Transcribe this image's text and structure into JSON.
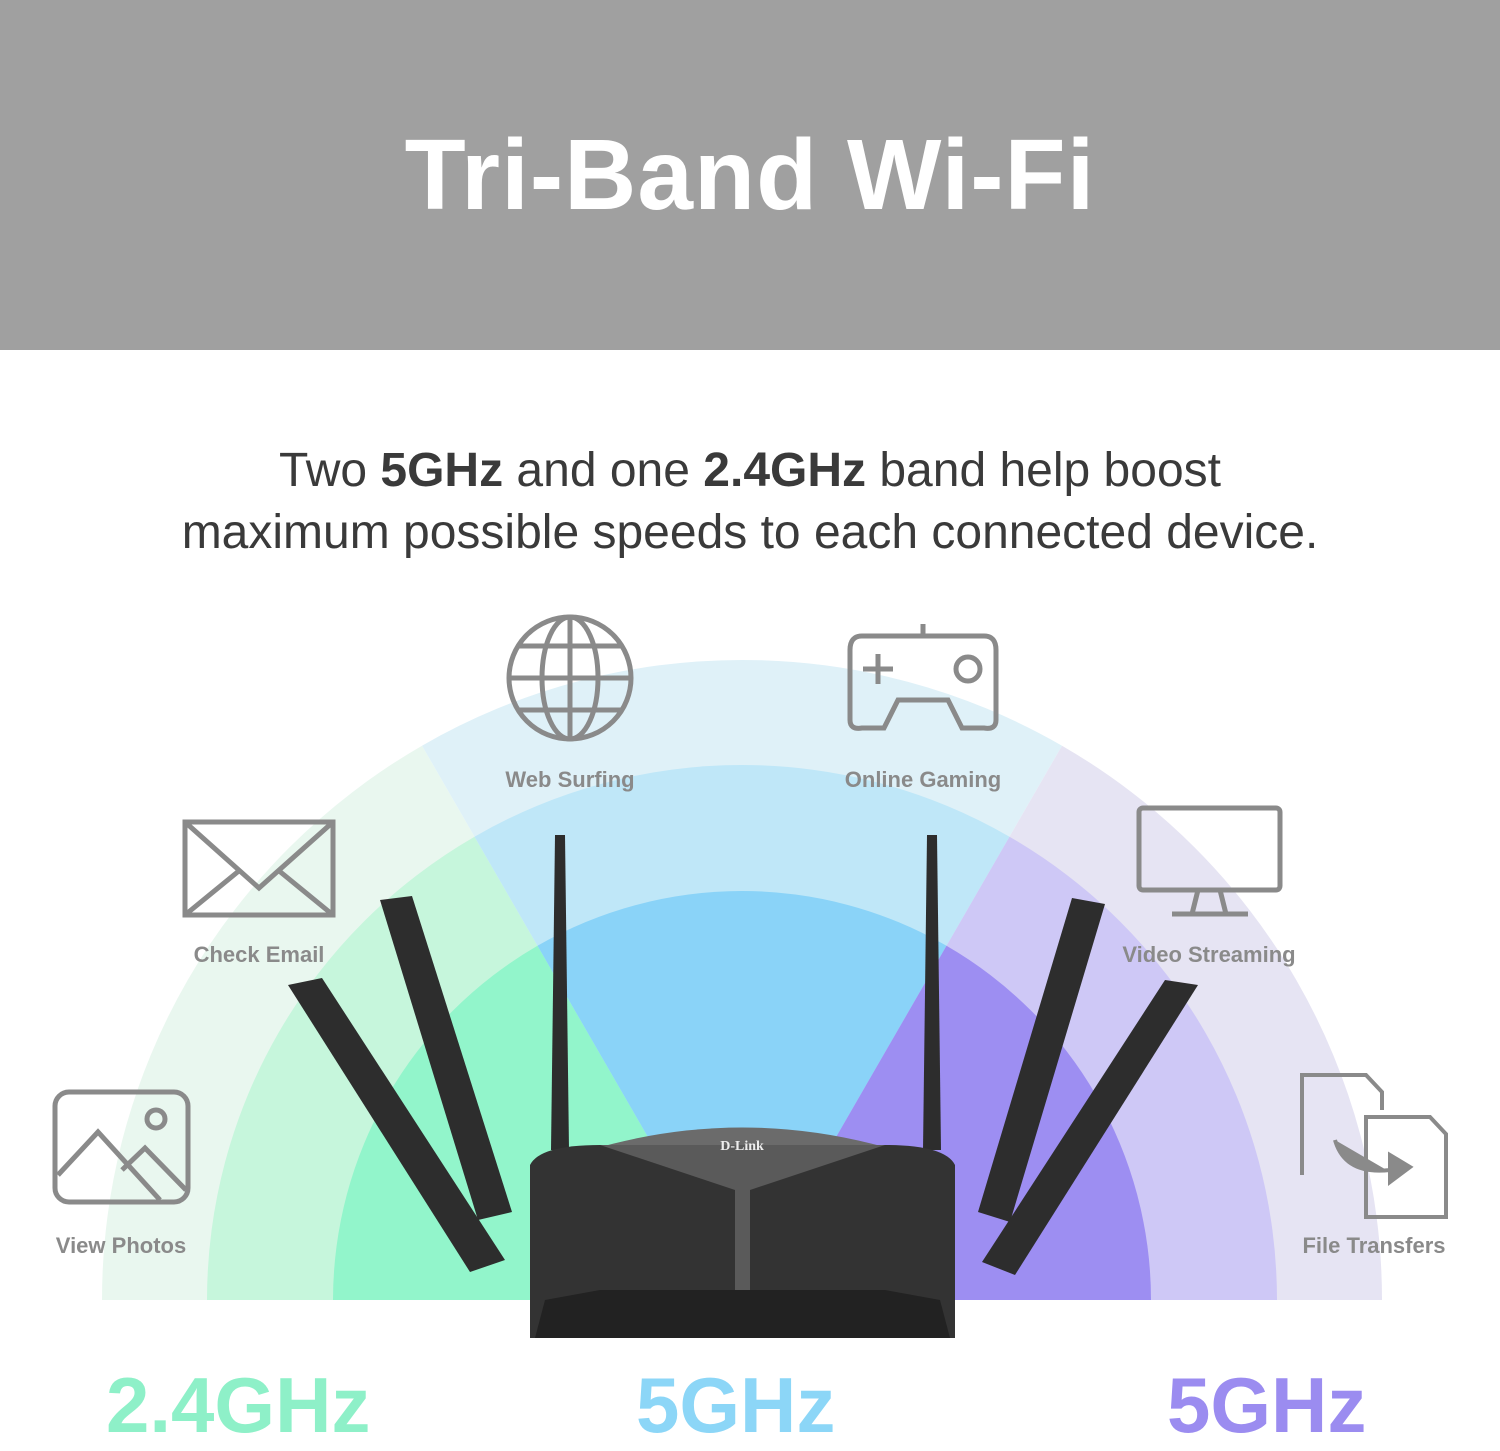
{
  "header": {
    "title": "Tri-Band Wi-Fi"
  },
  "subtitle": {
    "p1": "Two ",
    "b1": "5GHz",
    "p2": " and one ",
    "b2": "2.4GHz",
    "p3": " band help boost",
    "line2": "maximum possible speeds to each connected device."
  },
  "activities": [
    {
      "label": "Web Surfing",
      "icon": "globe-icon"
    },
    {
      "label": "Online Gaming",
      "icon": "gamepad-icon"
    },
    {
      "label": "Check Email",
      "icon": "envelope-icon"
    },
    {
      "label": "Video Streaming",
      "icon": "monitor-icon"
    },
    {
      "label": "View Photos",
      "icon": "image-icon"
    },
    {
      "label": "File Transfers",
      "icon": "file-transfer-icon"
    }
  ],
  "bands": [
    {
      "label": "2.4GHz",
      "color": "#8ef0c8"
    },
    {
      "label": "5GHz",
      "color": "#8cd6f7"
    },
    {
      "label": "5GHz",
      "color": "#9b8cf0"
    }
  ],
  "router": {
    "brand": "D-Link"
  }
}
